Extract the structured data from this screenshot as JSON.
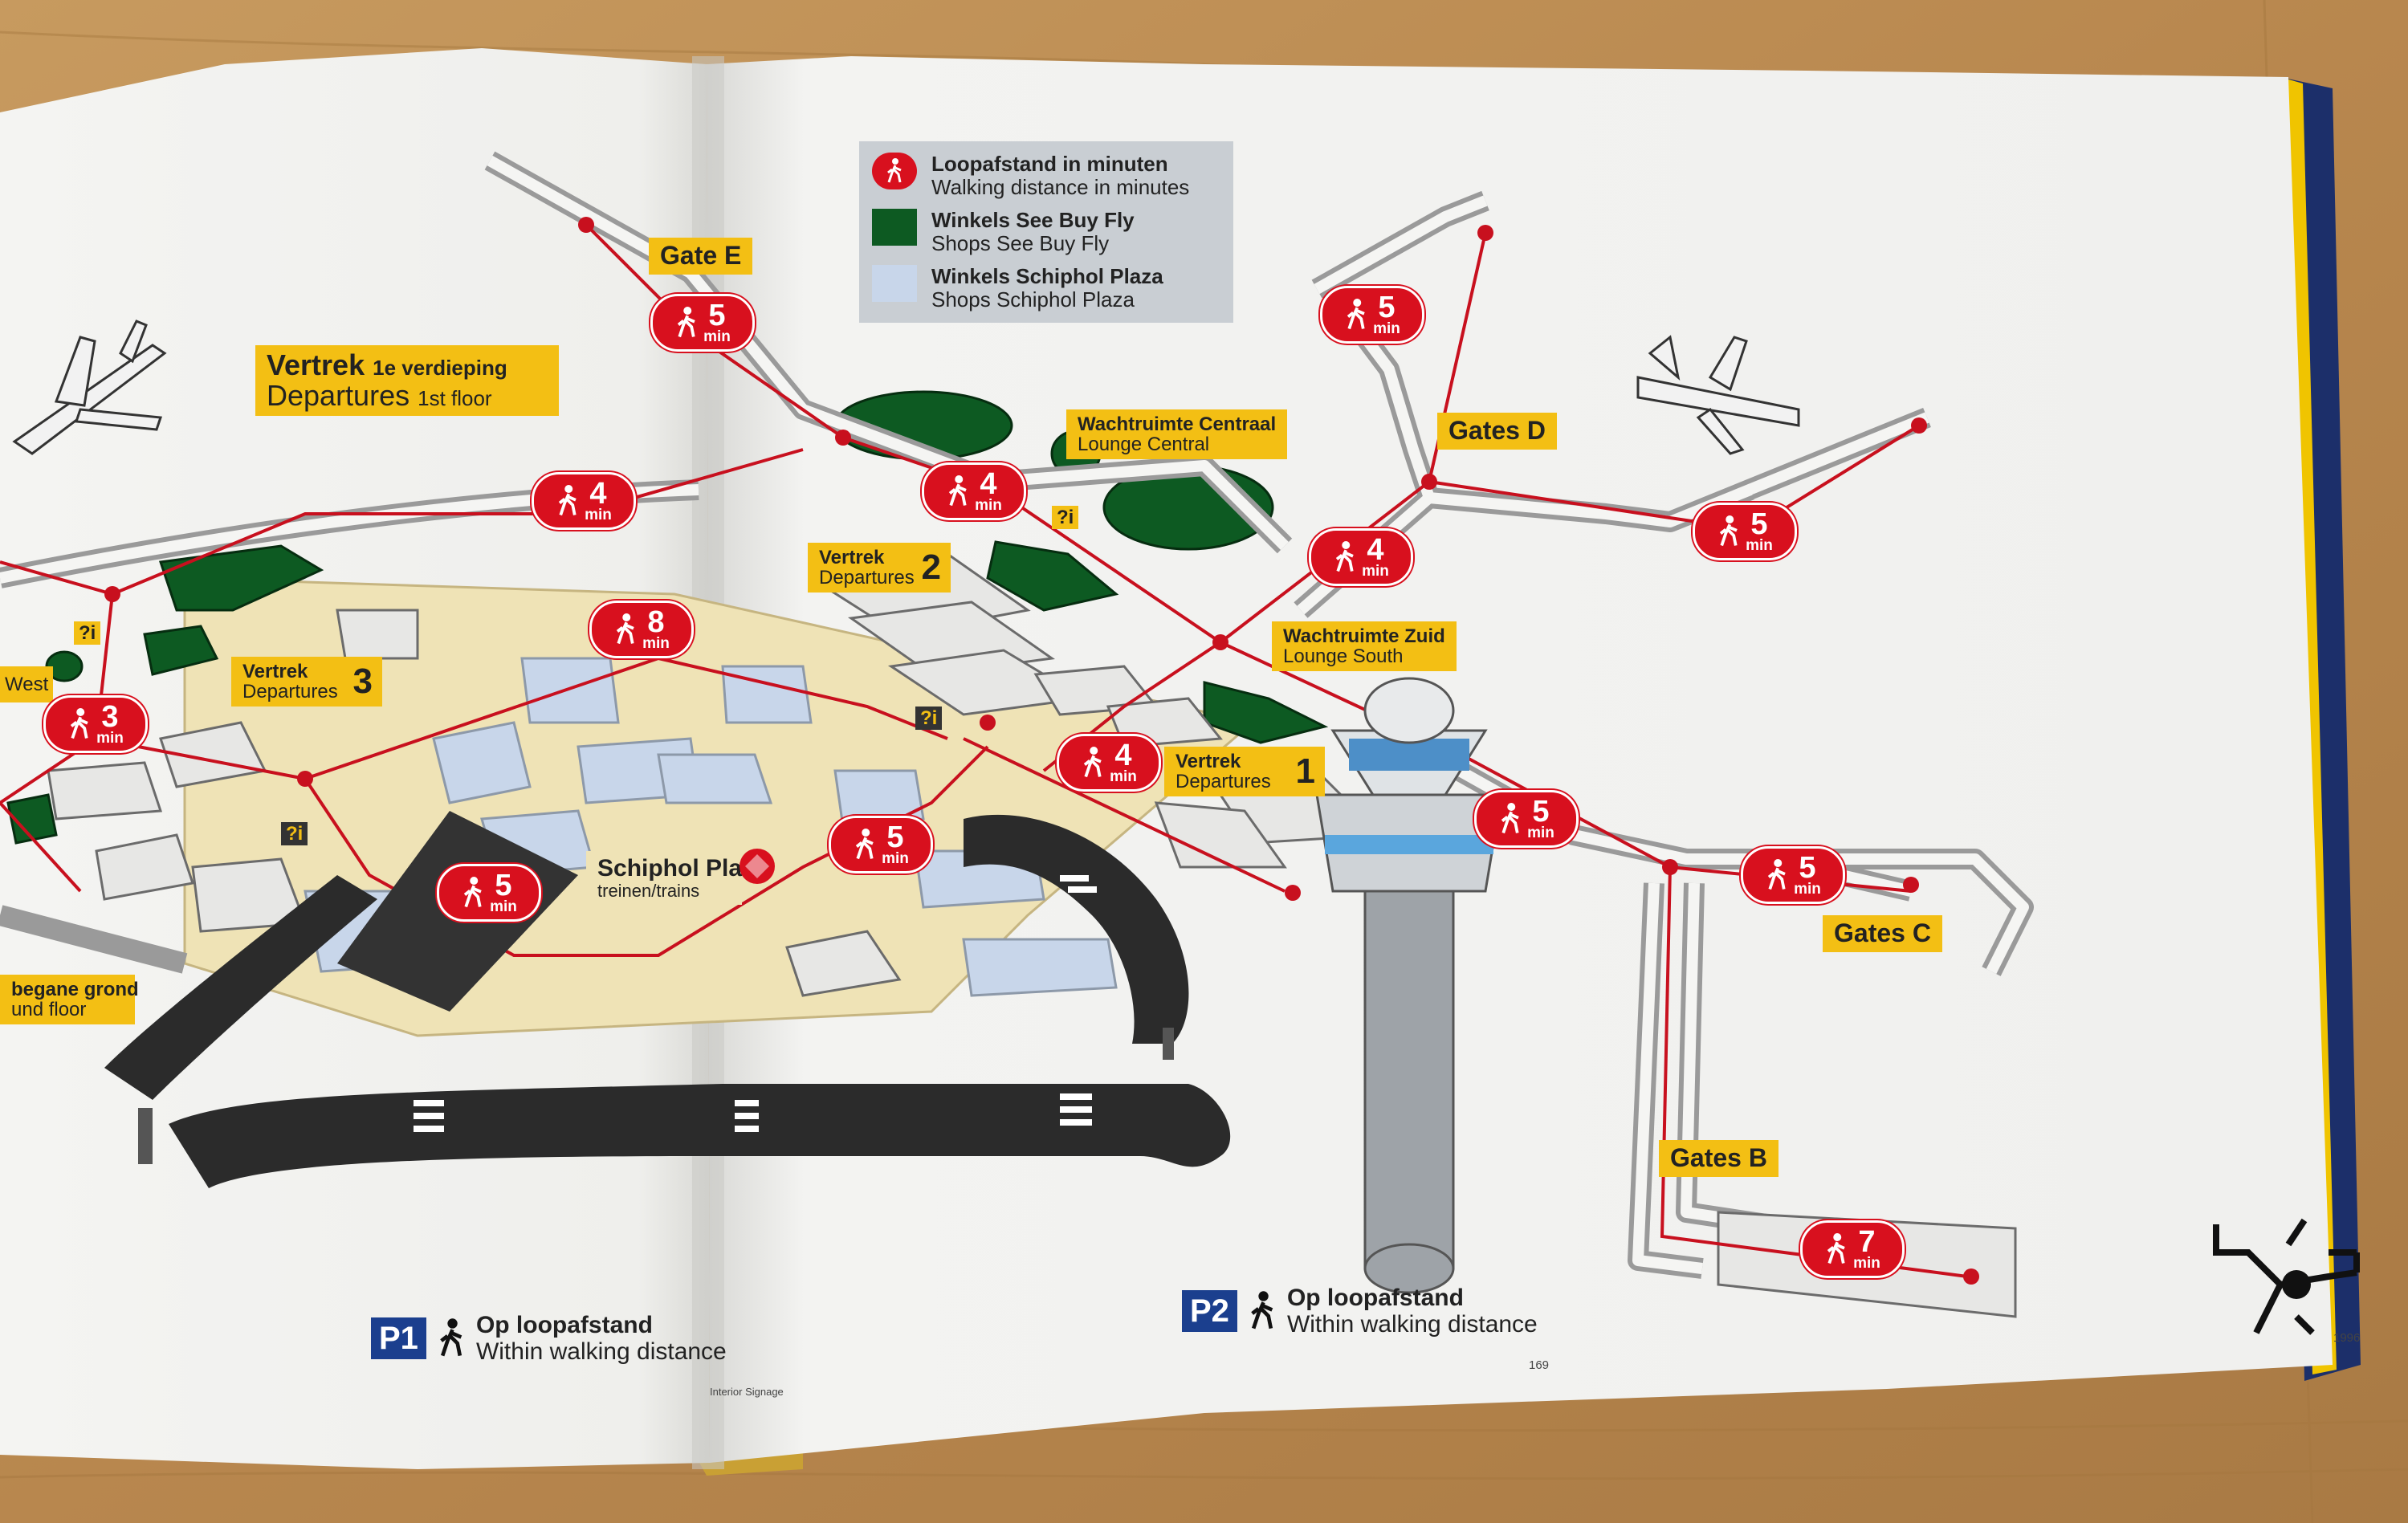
{
  "legend": {
    "walking": {
      "nl": "Loopafstand in minuten",
      "en": "Walking distance in minutes"
    },
    "shops_see_buy_fly": {
      "nl": "Winkels See Buy Fly",
      "en": "Shops See Buy Fly"
    },
    "shops_plaza": {
      "nl": "Winkels Schiphol Plaza",
      "en": "Shops Schiphol Plaza"
    }
  },
  "labels": {
    "vertrek_floor": {
      "nl": "Vertrek",
      "nl_sub": "1e verdieping",
      "en": "Departures",
      "en_sub": "1st floor"
    },
    "gate_e": "Gate E",
    "gates_d": "Gates D",
    "gates_c": "Gates C",
    "gates_b": "Gates B",
    "lounge_central": {
      "nl": "Wachtruimte Centraal",
      "en": "Lounge Central"
    },
    "lounge_south": {
      "nl": "Wachtruimte Zuid",
      "en": "Lounge South"
    },
    "vertrek2": {
      "nl": "Vertrek",
      "en": "Departures",
      "num": "2"
    },
    "vertrek3": {
      "nl": "Vertrek",
      "en": "Departures",
      "num": "3"
    },
    "vertrek1": {
      "nl": "Vertrek",
      "en": "Departures",
      "num": "1"
    },
    "west": "West",
    "ground": {
      "nl": "begane grond",
      "en": "und floor"
    },
    "plaza": {
      "nl": "Schiphol Plaza",
      "en": "treinen/trains"
    }
  },
  "walk_markers": {
    "unit": "min",
    "values": [
      "5",
      "4",
      "4",
      "8",
      "3",
      "5",
      "5",
      "4",
      "4",
      "5",
      "5",
      "5",
      "7",
      "5"
    ]
  },
  "info_sign": "?i",
  "pages": {
    "p1": {
      "badge": "P1",
      "nl": "Op loopafstand",
      "en": "Within walking distance"
    },
    "p2": {
      "badge": "P2",
      "nl": "Op loopafstand",
      "en": "Within walking distance"
    }
  },
  "footer": {
    "left": "Interior Signage",
    "page": "169",
    "year": "1996"
  },
  "colors": {
    "sign_yellow": "#f3bf14",
    "walk_red": "#d8101e",
    "shop_green": "#0d5a22",
    "plaza_blue": "#c8d6ea",
    "badge_blue": "#1b3f8e"
  }
}
